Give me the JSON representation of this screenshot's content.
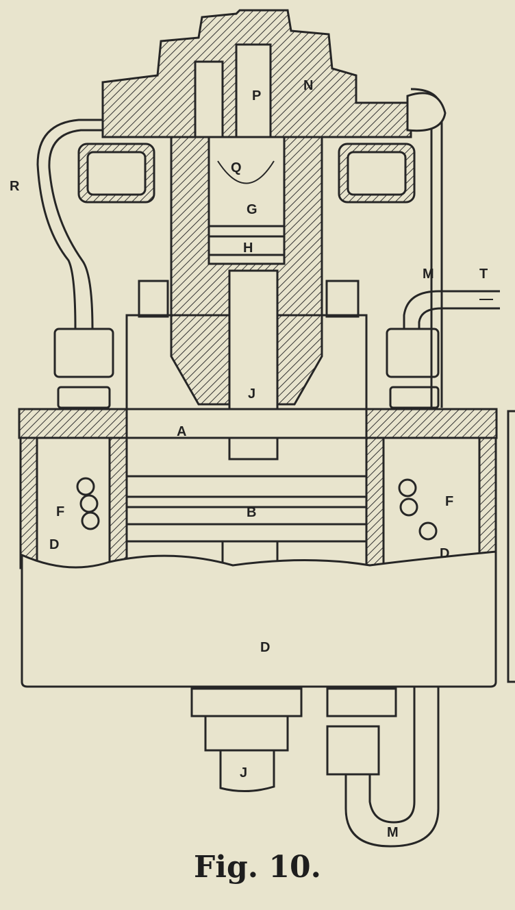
{
  "figure": {
    "caption": "Fig. 10.",
    "labels": {
      "R": "R",
      "P": "P",
      "N": "N",
      "Q": "Q",
      "G": "G",
      "H": "H",
      "M_top": "M",
      "T": "T",
      "J_top": "J",
      "A": "A",
      "B": "B",
      "F_left": "F",
      "F_right": "F",
      "D_left": "D",
      "D_right": "D",
      "D_bottom": "D",
      "J_bottom": "J",
      "M_bottom": "M"
    }
  },
  "colors": {
    "paper": "#e8e4cd",
    "ink": "#262626"
  }
}
